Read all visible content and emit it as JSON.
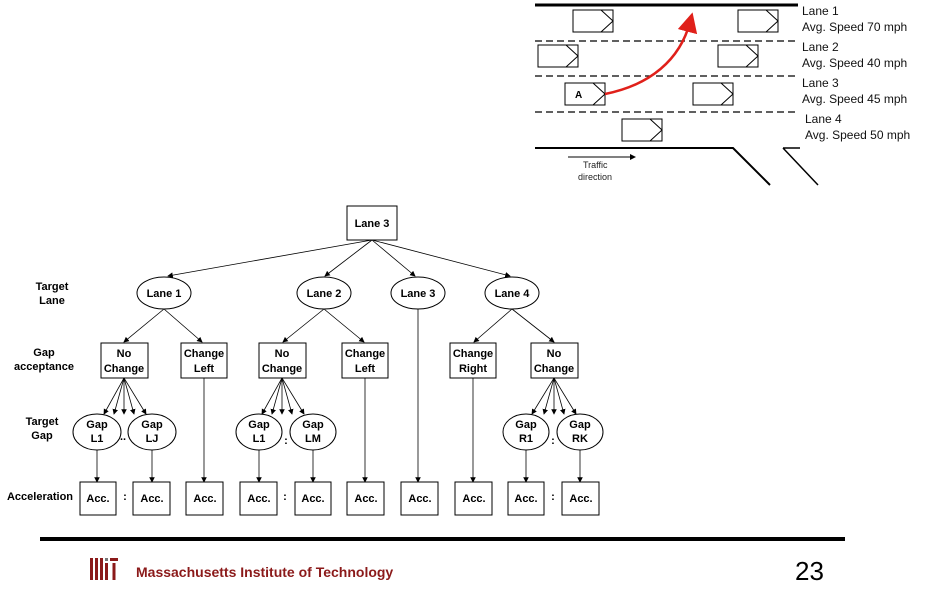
{
  "scenario": {
    "lanes": [
      {
        "name": "Lane 1",
        "speed": "Avg. Speed 70 mph"
      },
      {
        "name": "Lane 2",
        "speed": "Avg. Speed 40 mph"
      },
      {
        "name": "Lane 3",
        "speed": "Avg. Speed 45 mph"
      },
      {
        "name": "Lane 4",
        "speed": "Avg. Speed 50 mph"
      }
    ],
    "subject_vehicle": "A",
    "traffic_label_1": "Traffic",
    "traffic_label_2": "direction",
    "arrow_color": "#e0201a"
  },
  "tree": {
    "root": "Lane 3",
    "row_labels": {
      "target_lane_1": "Target",
      "target_lane_2": "Lane",
      "gap_acc_1": "Gap",
      "gap_acc_2": "acceptance",
      "target_gap_1": "Target",
      "target_gap_2": "Gap",
      "acceleration": "Acceleration"
    },
    "lanes": [
      "Lane 1",
      "Lane 2",
      "Lane 3",
      "Lane 4"
    ],
    "no_change_1": "No",
    "no_change_2": "Change",
    "change_1": "Change",
    "change_left_2": "Left",
    "change_right_2": "Right",
    "gaps": [
      {
        "l1": "Gap",
        "l2": "L1"
      },
      {
        "l1": "Gap",
        "l2": "LJ"
      },
      {
        "l1": "Gap",
        "l2": "L1"
      },
      {
        "l1": "Gap",
        "l2": "LM"
      },
      {
        "l1": "Gap",
        "l2": "R1"
      },
      {
        "l1": "Gap",
        "l2": "RK"
      }
    ],
    "acc": "Acc.",
    "ellipsis_h": "..",
    "ellipsis_v": ":"
  },
  "footer": {
    "institution": "Massachusetts Institute of Technology",
    "page_number": "23",
    "logo_color": "#8b1a1a"
  }
}
